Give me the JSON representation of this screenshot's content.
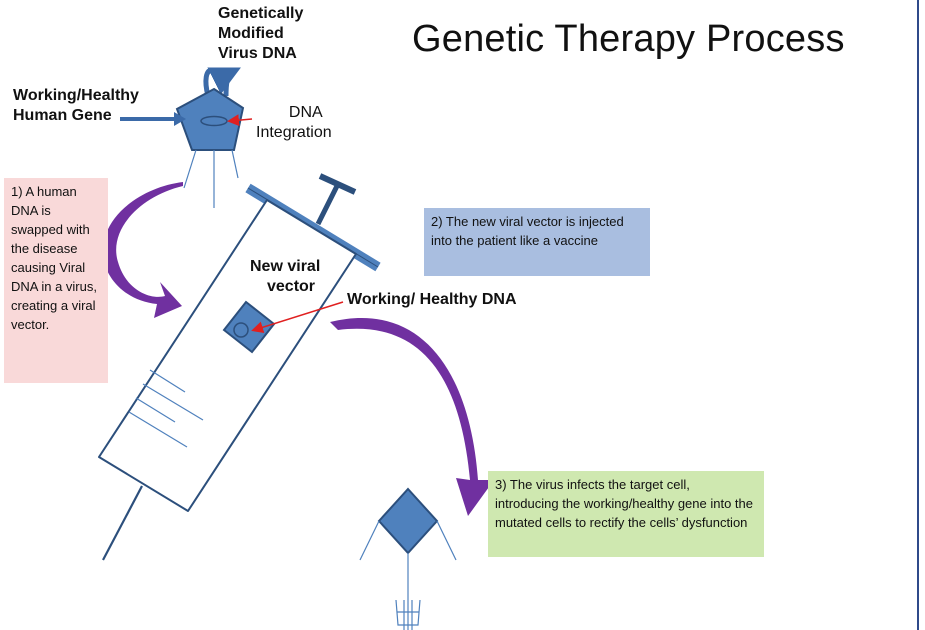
{
  "title": "Genetic Therapy Process",
  "labels": {
    "modified_virus_dna": [
      "Genetically",
      "Modified",
      "Virus DNA"
    ],
    "working_gene": [
      "Working/Healthy",
      "Human Gene"
    ],
    "dna_integration": [
      "DNA",
      "Integration"
    ],
    "new_viral_vector": [
      "New viral",
      "vector"
    ],
    "working_healthy_dna": "Working/ Healthy DNA"
  },
  "steps": [
    {
      "text": "1) A human DNA is swapped with the disease causing Viral DNA in a virus, creating a viral vector.",
      "color": "#f9d9d9"
    },
    {
      "text": "2) The new viral vector is injected into the patient like a vaccine",
      "color": "#a9bee0"
    },
    {
      "text": "3) The virus infects the target cell, introducing the working/healthy gene into the mutated cells to rectify the cells’ dysfunction",
      "color": "#cfe8b0"
    }
  ],
  "colors": {
    "shape_fill": "#4f81bd",
    "shape_stroke": "#2c4f7c",
    "arrow_purple": "#7030a0",
    "pointer_red": "#e02020"
  }
}
